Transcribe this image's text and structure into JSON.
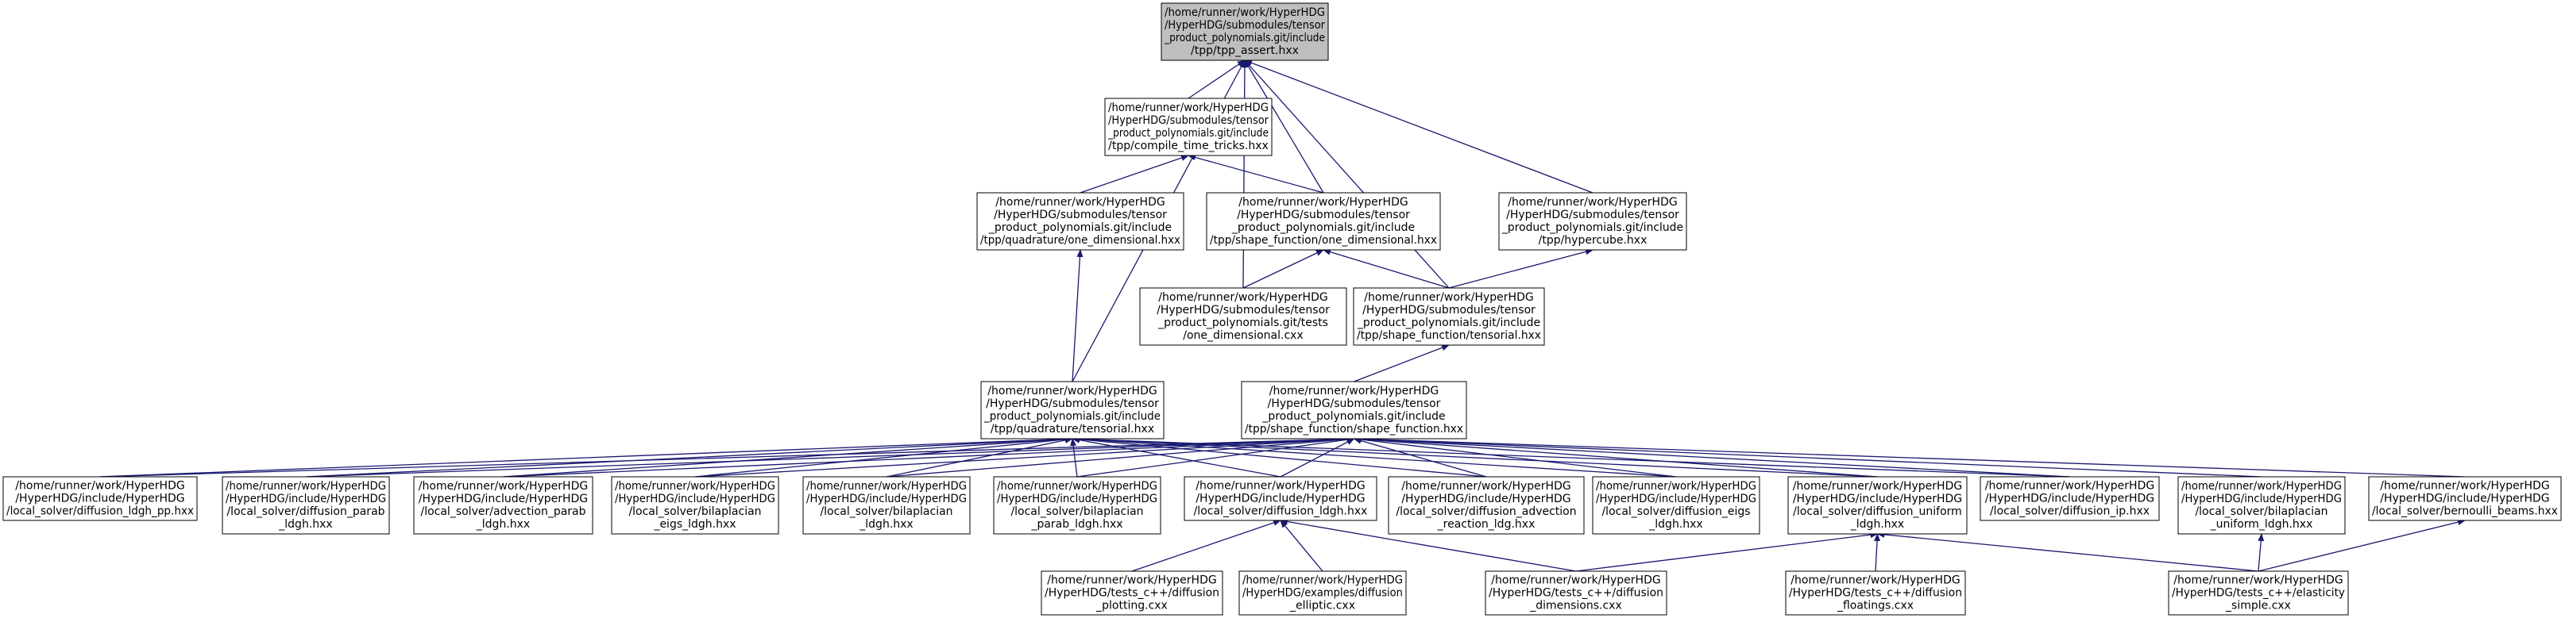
{
  "colors": {
    "edge": "#191970",
    "node_border": "#000000",
    "node_fill": "#ffffff",
    "highlight_fill": "#bfbfbf",
    "text": "#000000"
  },
  "nodes": [
    {
      "id": "tpp_assert",
      "highlight": true,
      "lines": [
        "/home/runner/work/HyperHDG",
        "/HyperHDG/submodules/tensor",
        "_product_polynomials.git/include",
        "/tpp/tpp_assert.hxx"
      ]
    },
    {
      "id": "compile_time_tricks",
      "lines": [
        "/home/runner/work/HyperHDG",
        "/HyperHDG/submodules/tensor",
        "_product_polynomials.git/include",
        "/tpp/compile_time_tricks.hxx"
      ]
    },
    {
      "id": "quadrature_1d",
      "lines": [
        "/home/runner/work/HyperHDG",
        "/HyperHDG/submodules/tensor",
        "_product_polynomials.git/include",
        "/tpp/quadrature/one_dimensional.hxx"
      ]
    },
    {
      "id": "shape_function_1d",
      "lines": [
        "/home/runner/work/HyperHDG",
        "/HyperHDG/submodules/tensor",
        "_product_polynomials.git/include",
        "/tpp/shape_function/one_dimensional.hxx"
      ]
    },
    {
      "id": "hypercube",
      "lines": [
        "/home/runner/work/HyperHDG",
        "/HyperHDG/submodules/tensor",
        "_product_polynomials.git/include",
        "/tpp/hypercube.hxx"
      ]
    },
    {
      "id": "tests_1d",
      "lines": [
        "/home/runner/work/HyperHDG",
        "/HyperHDG/submodules/tensor",
        "_product_polynomials.git/tests",
        "/one_dimensional.cxx"
      ]
    },
    {
      "id": "shape_function_tensorial",
      "lines": [
        "/home/runner/work/HyperHDG",
        "/HyperHDG/submodules/tensor",
        "_product_polynomials.git/include",
        "/tpp/shape_function/tensorial.hxx"
      ]
    },
    {
      "id": "quadrature_tensorial",
      "lines": [
        "/home/runner/work/HyperHDG",
        "/HyperHDG/submodules/tensor",
        "_product_polynomials.git/include",
        "/tpp/quadrature/tensorial.hxx"
      ]
    },
    {
      "id": "shape_function_hxx",
      "lines": [
        "/home/runner/work/HyperHDG",
        "/HyperHDG/submodules/tensor",
        "_product_polynomials.git/include",
        "/tpp/shape_function/shape_function.hxx"
      ]
    },
    {
      "id": "diffusion_ldgh_pp",
      "lines": [
        "/home/runner/work/HyperHDG",
        "/HyperHDG/include/HyperHDG",
        "/local_solver/diffusion_ldgh_pp.hxx"
      ]
    },
    {
      "id": "diffusion_parab",
      "lines": [
        "/home/runner/work/HyperHDG",
        "/HyperHDG/include/HyperHDG",
        "/local_solver/diffusion_parab",
        "_ldgh.hxx"
      ]
    },
    {
      "id": "advection_parab",
      "lines": [
        "/home/runner/work/HyperHDG",
        "/HyperHDG/include/HyperHDG",
        "/local_solver/advection_parab",
        "_ldgh.hxx"
      ]
    },
    {
      "id": "bilaplacian_eigs",
      "lines": [
        "/home/runner/work/HyperHDG",
        "/HyperHDG/include/HyperHDG",
        "/local_solver/bilaplacian",
        "_eigs_ldgh.hxx"
      ]
    },
    {
      "id": "bilaplacian_ldgh",
      "lines": [
        "/home/runner/work/HyperHDG",
        "/HyperHDG/include/HyperHDG",
        "/local_solver/bilaplacian",
        "_ldgh.hxx"
      ]
    },
    {
      "id": "bilaplacian_parab",
      "lines": [
        "/home/runner/work/HyperHDG",
        "/HyperHDG/include/HyperHDG",
        "/local_solver/bilaplacian",
        "_parab_ldgh.hxx"
      ]
    },
    {
      "id": "diffusion_ldgh",
      "lines": [
        "/home/runner/work/HyperHDG",
        "/HyperHDG/include/HyperHDG",
        "/local_solver/diffusion_ldgh.hxx"
      ]
    },
    {
      "id": "diffusion_advection",
      "lines": [
        "/home/runner/work/HyperHDG",
        "/HyperHDG/include/HyperHDG",
        "/local_solver/diffusion_advection",
        "_reaction_ldg.hxx"
      ]
    },
    {
      "id": "diffusion_eigs",
      "lines": [
        "/home/runner/work/HyperHDG",
        "/HyperHDG/include/HyperHDG",
        "/local_solver/diffusion_eigs",
        "_ldgh.hxx"
      ]
    },
    {
      "id": "diffusion_uniform",
      "lines": [
        "/home/runner/work/HyperHDG",
        "/HyperHDG/include/HyperHDG",
        "/local_solver/diffusion_uniform",
        "_ldgh.hxx"
      ]
    },
    {
      "id": "diffusion_ip",
      "lines": [
        "/home/runner/work/HyperHDG",
        "/HyperHDG/include/HyperHDG",
        "/local_solver/diffusion_ip.hxx"
      ]
    },
    {
      "id": "bilaplacian_uniform",
      "lines": [
        "/home/runner/work/HyperHDG",
        "/HyperHDG/include/HyperHDG",
        "/local_solver/bilaplacian",
        "_uniform_ldgh.hxx"
      ]
    },
    {
      "id": "bernoulli_beams",
      "lines": [
        "/home/runner/work/HyperHDG",
        "/HyperHDG/include/HyperHDG",
        "/local_solver/bernoulli_beams.hxx"
      ]
    },
    {
      "id": "diffusion_plotting",
      "lines": [
        "/home/runner/work/HyperHDG",
        "/HyperHDG/tests_c++/diffusion",
        "_plotting.cxx"
      ]
    },
    {
      "id": "diffusion_elliptic",
      "lines": [
        "/home/runner/work/HyperHDG",
        "/HyperHDG/examples/diffusion",
        "_elliptic.cxx"
      ]
    },
    {
      "id": "diffusion_dimensions",
      "lines": [
        "/home/runner/work/HyperHDG",
        "/HyperHDG/tests_c++/diffusion",
        "_dimensions.cxx"
      ]
    },
    {
      "id": "diffusion_floatings",
      "lines": [
        "/home/runner/work/HyperHDG",
        "/HyperHDG/tests_c++/diffusion",
        "_floatings.cxx"
      ]
    },
    {
      "id": "elasticity_simple",
      "lines": [
        "/home/runner/work/HyperHDG",
        "/HyperHDG/tests_c++/elasticity",
        "_simple.cxx"
      ]
    }
  ],
  "edges": [
    [
      "compile_time_tricks",
      "tpp_assert"
    ],
    [
      "shape_function_1d",
      "tpp_assert"
    ],
    [
      "hypercube",
      "tpp_assert"
    ],
    [
      "tests_1d",
      "tpp_assert"
    ],
    [
      "shape_function_tensorial",
      "tpp_assert"
    ],
    [
      "quadrature_tensorial",
      "tpp_assert"
    ],
    [
      "quadrature_1d",
      "compile_time_tricks"
    ],
    [
      "shape_function_1d",
      "compile_time_tricks"
    ],
    [
      "tests_1d",
      "shape_function_1d"
    ],
    [
      "shape_function_tensorial",
      "shape_function_1d"
    ],
    [
      "shape_function_tensorial",
      "hypercube"
    ],
    [
      "quadrature_tensorial",
      "quadrature_1d"
    ],
    [
      "shape_function_hxx",
      "shape_function_tensorial"
    ],
    [
      "diffusion_ldgh_pp",
      "quadrature_tensorial"
    ],
    [
      "diffusion_parab",
      "quadrature_tensorial"
    ],
    [
      "advection_parab",
      "quadrature_tensorial"
    ],
    [
      "bilaplacian_eigs",
      "quadrature_tensorial"
    ],
    [
      "bilaplacian_ldgh",
      "quadrature_tensorial"
    ],
    [
      "bilaplacian_parab",
      "quadrature_tensorial"
    ],
    [
      "diffusion_ldgh",
      "quadrature_tensorial"
    ],
    [
      "diffusion_advection",
      "quadrature_tensorial"
    ],
    [
      "diffusion_eigs",
      "quadrature_tensorial"
    ],
    [
      "diffusion_uniform",
      "quadrature_tensorial"
    ],
    [
      "diffusion_ip",
      "quadrature_tensorial"
    ],
    [
      "diffusion_ldgh_pp",
      "shape_function_hxx"
    ],
    [
      "diffusion_parab",
      "shape_function_hxx"
    ],
    [
      "advection_parab",
      "shape_function_hxx"
    ],
    [
      "bilaplacian_eigs",
      "shape_function_hxx"
    ],
    [
      "bilaplacian_ldgh",
      "shape_function_hxx"
    ],
    [
      "bilaplacian_parab",
      "shape_function_hxx"
    ],
    [
      "diffusion_ldgh",
      "shape_function_hxx"
    ],
    [
      "diffusion_advection",
      "shape_function_hxx"
    ],
    [
      "diffusion_eigs",
      "shape_function_hxx"
    ],
    [
      "diffusion_uniform",
      "shape_function_hxx"
    ],
    [
      "diffusion_ip",
      "shape_function_hxx"
    ],
    [
      "bilaplacian_uniform",
      "shape_function_hxx"
    ],
    [
      "bernoulli_beams",
      "shape_function_hxx"
    ],
    [
      "diffusion_plotting",
      "diffusion_ldgh"
    ],
    [
      "diffusion_elliptic",
      "diffusion_ldgh"
    ],
    [
      "diffusion_dimensions",
      "diffusion_ldgh"
    ],
    [
      "diffusion_dimensions",
      "diffusion_uniform"
    ],
    [
      "diffusion_floatings",
      "diffusion_uniform"
    ],
    [
      "elasticity_simple",
      "diffusion_uniform"
    ],
    [
      "elasticity_simple",
      "bilaplacian_uniform"
    ],
    [
      "elasticity_simple",
      "bernoulli_beams"
    ]
  ]
}
